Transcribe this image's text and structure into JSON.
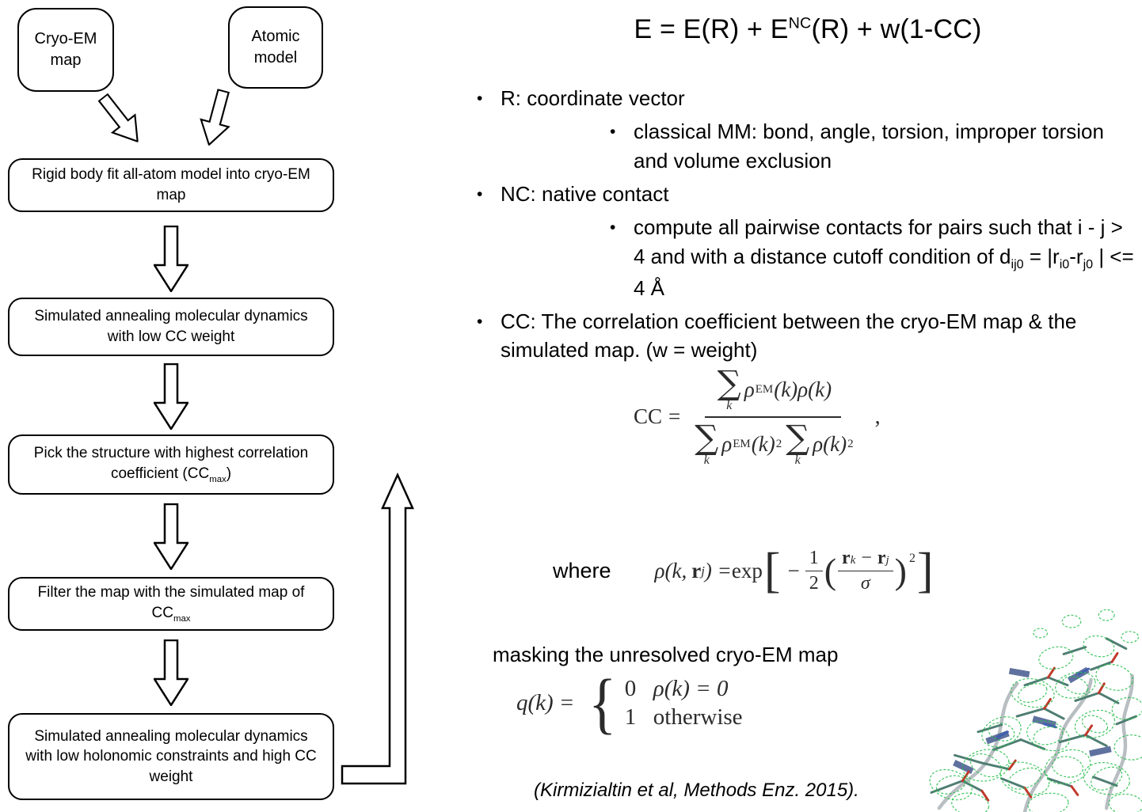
{
  "colors": {
    "flow_border": "#000000",
    "mesh_green": "#2abf4e",
    "stick_teal": "#4e7d72",
    "stick_red": "#c0392b",
    "stick_blue": "#3f5fae",
    "backbone_gray": "#9aa3a8"
  },
  "flowchart": {
    "cryo_em": "Cryo-EM map",
    "atomic_model": "Atomic model",
    "rigid_fit": "Rigid body fit all-atom model into cryo-EM map",
    "sa_low_cc": "Simulated annealing molecular dynamics with low CC weight",
    "pick_pre": "Pick the structure with highest correlation coefficient (CC",
    "pick_sub": "max",
    "pick_post": ")",
    "filter_pre": "Filter the map with the simulated map of CC",
    "filter_sub": "max",
    "sa_high_cc": "Simulated annealing molecular dynamics with low holonomic constraints and high CC weight"
  },
  "title_eq": {
    "a": "E = E(R) + E",
    "sup": "NC",
    "b": "(R) + w(1-CC)"
  },
  "bullets": {
    "dot": "•",
    "r_vec": "R: coordinate vector",
    "classical": "classical MM: bond, angle, torsion, improper torsion and volume exclusion",
    "nc": "NC: native contact",
    "compute_a": "compute all pairwise contacts for pairs such that i - j > 4 and with a distance cutoff condition of d",
    "compute_a_sub": "ij0",
    "compute_b": " = |r",
    "compute_b_sub": "i0",
    "compute_c": "-r",
    "compute_c_sub": "j0",
    "compute_d": " | <= 4 Å",
    "cc": "CC: The correlation coefficient between the cryo-EM map & the simulated map. (w = weight)"
  },
  "cc_eq": {
    "lhs": "CC",
    "eq": "=",
    "sum": "∑",
    "sum_sub": "k",
    "rho": "ρ",
    "em": "EM",
    "k_paren": "(k)",
    "rho_k": "ρ(k)",
    "sq": "2",
    "comma": ","
  },
  "where_eq": {
    "label": "where",
    "lhs_a": "ρ(k,",
    "r": "r",
    "sub_j": "j",
    "close_eq": ") = ",
    "exp": "exp",
    "lbracket": "[",
    "minus": "−",
    "one": "1",
    "two": "2",
    "lparen": "(",
    "sub_k": "k",
    "sigma": "σ",
    "rparen": ")",
    "sup2": "2",
    "rbracket": "]"
  },
  "masking_label": "masking the unresolved cryo-EM map",
  "q_eq": {
    "lhs": "q(k) =",
    "brace": "{",
    "v0": "0",
    "c0": "ρ(k) = 0",
    "v1": "1",
    "c1": "otherwise"
  },
  "citation": "(Kirmizialtin et al, Methods Enz. 2015)."
}
